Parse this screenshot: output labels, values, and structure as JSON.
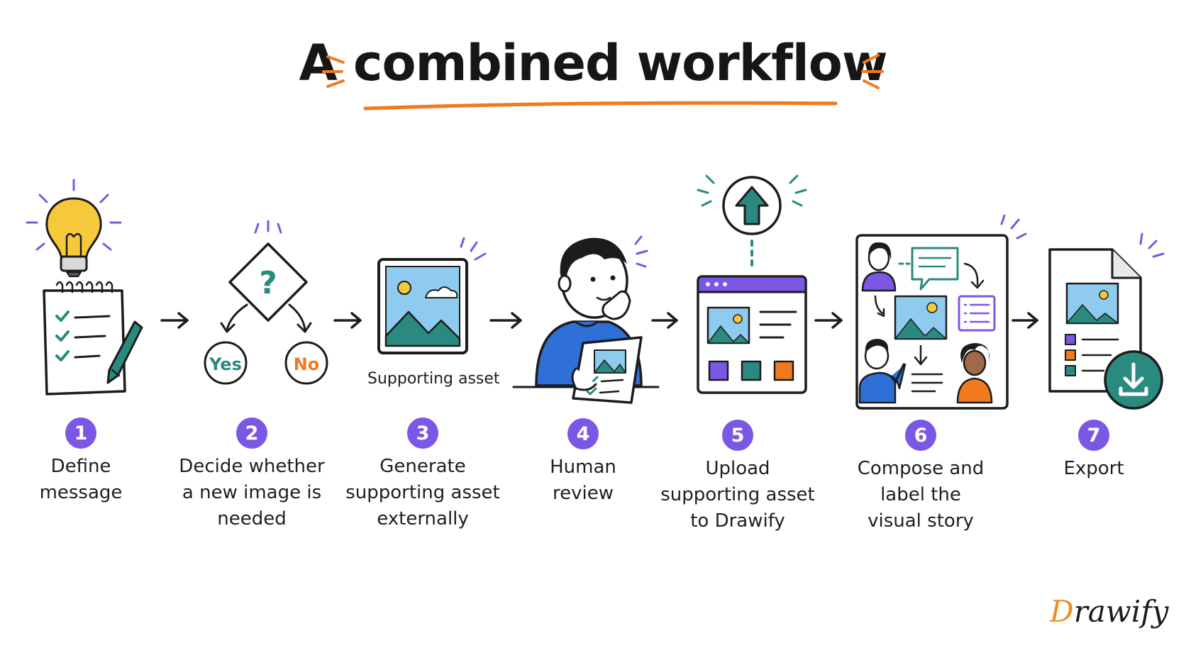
{
  "title": "A combined workflow",
  "colors": {
    "accent_orange": "#f07a1d",
    "accent_purple": "#7b57e6",
    "teal": "#2a8a80",
    "blue": "#2e6fd8",
    "bulb_yellow": "#f6c93a",
    "sky_blue": "#8fcbef"
  },
  "steps": [
    {
      "number": "1",
      "label": [
        "Define",
        "message"
      ],
      "icon": "notepad-lightbulb-icon"
    },
    {
      "number": "2",
      "label": [
        "Decide whether",
        "a new image is",
        "needed"
      ],
      "icon": "decision-diamond-icon",
      "options": {
        "yes": "Yes",
        "no": "No"
      },
      "decision_symbol": "?"
    },
    {
      "number": "3",
      "label": [
        "Generate",
        "supporting asset",
        "externally"
      ],
      "icon": "image-frame-icon",
      "caption": "Supporting asset"
    },
    {
      "number": "4",
      "label": [
        "Human",
        "review"
      ],
      "icon": "person-reviewing-icon"
    },
    {
      "number": "5",
      "label": [
        "Upload",
        "supporting asset",
        "to Drawify"
      ],
      "icon": "upload-browser-icon"
    },
    {
      "number": "6",
      "label": [
        "Compose and",
        "label the",
        "visual story"
      ],
      "icon": "storyboard-icon"
    },
    {
      "number": "7",
      "label": [
        "Export"
      ],
      "icon": "document-download-icon"
    }
  ],
  "brand": {
    "logo_text": "Drawify",
    "logo_first": "D",
    "logo_rest": "rawify"
  }
}
